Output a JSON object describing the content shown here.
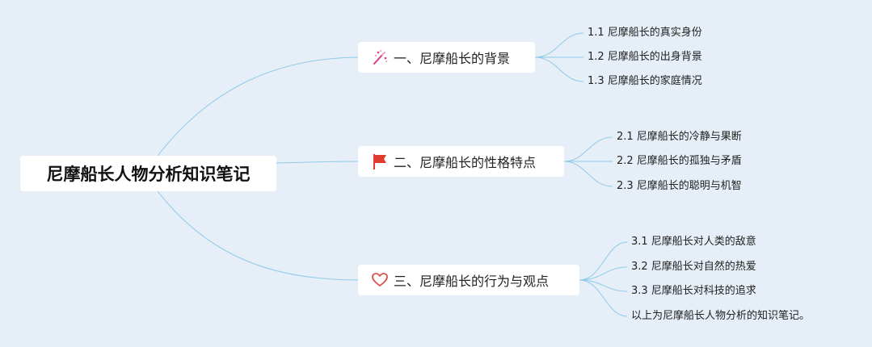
{
  "root": {
    "label": "尼摩船长人物分析知识笔记"
  },
  "branches": [
    {
      "label": "一、尼摩船长的背景",
      "icon": "magic-wand-icon",
      "children": [
        "1.1 尼摩船长的真实身份",
        "1.2 尼摩船长的出身背景",
        "1.3 尼摩船长的家庭情况"
      ]
    },
    {
      "label": "二、尼摩船长的性格特点",
      "icon": "red-flag-icon",
      "children": [
        "2.1 尼摩船长的冷静与果断",
        "2.2 尼摩船长的孤独与矛盾",
        "2.3 尼摩船长的聪明与机智"
      ]
    },
    {
      "label": "三、尼摩船长的行为与观点",
      "icon": "heart-outline-icon",
      "children": [
        "3.1 尼摩船长对人类的敌意",
        "3.2 尼摩船长对自然的热爱",
        "3.3 尼摩船长对科技的追求",
        "以上为尼摩船长人物分析的知识笔记。"
      ]
    }
  ],
  "colors": {
    "background": "#e6eef7",
    "connector": "#8fcbe8",
    "flag": "#e03b2c",
    "heart": "#d9534f",
    "wand": "#d63a8a"
  }
}
